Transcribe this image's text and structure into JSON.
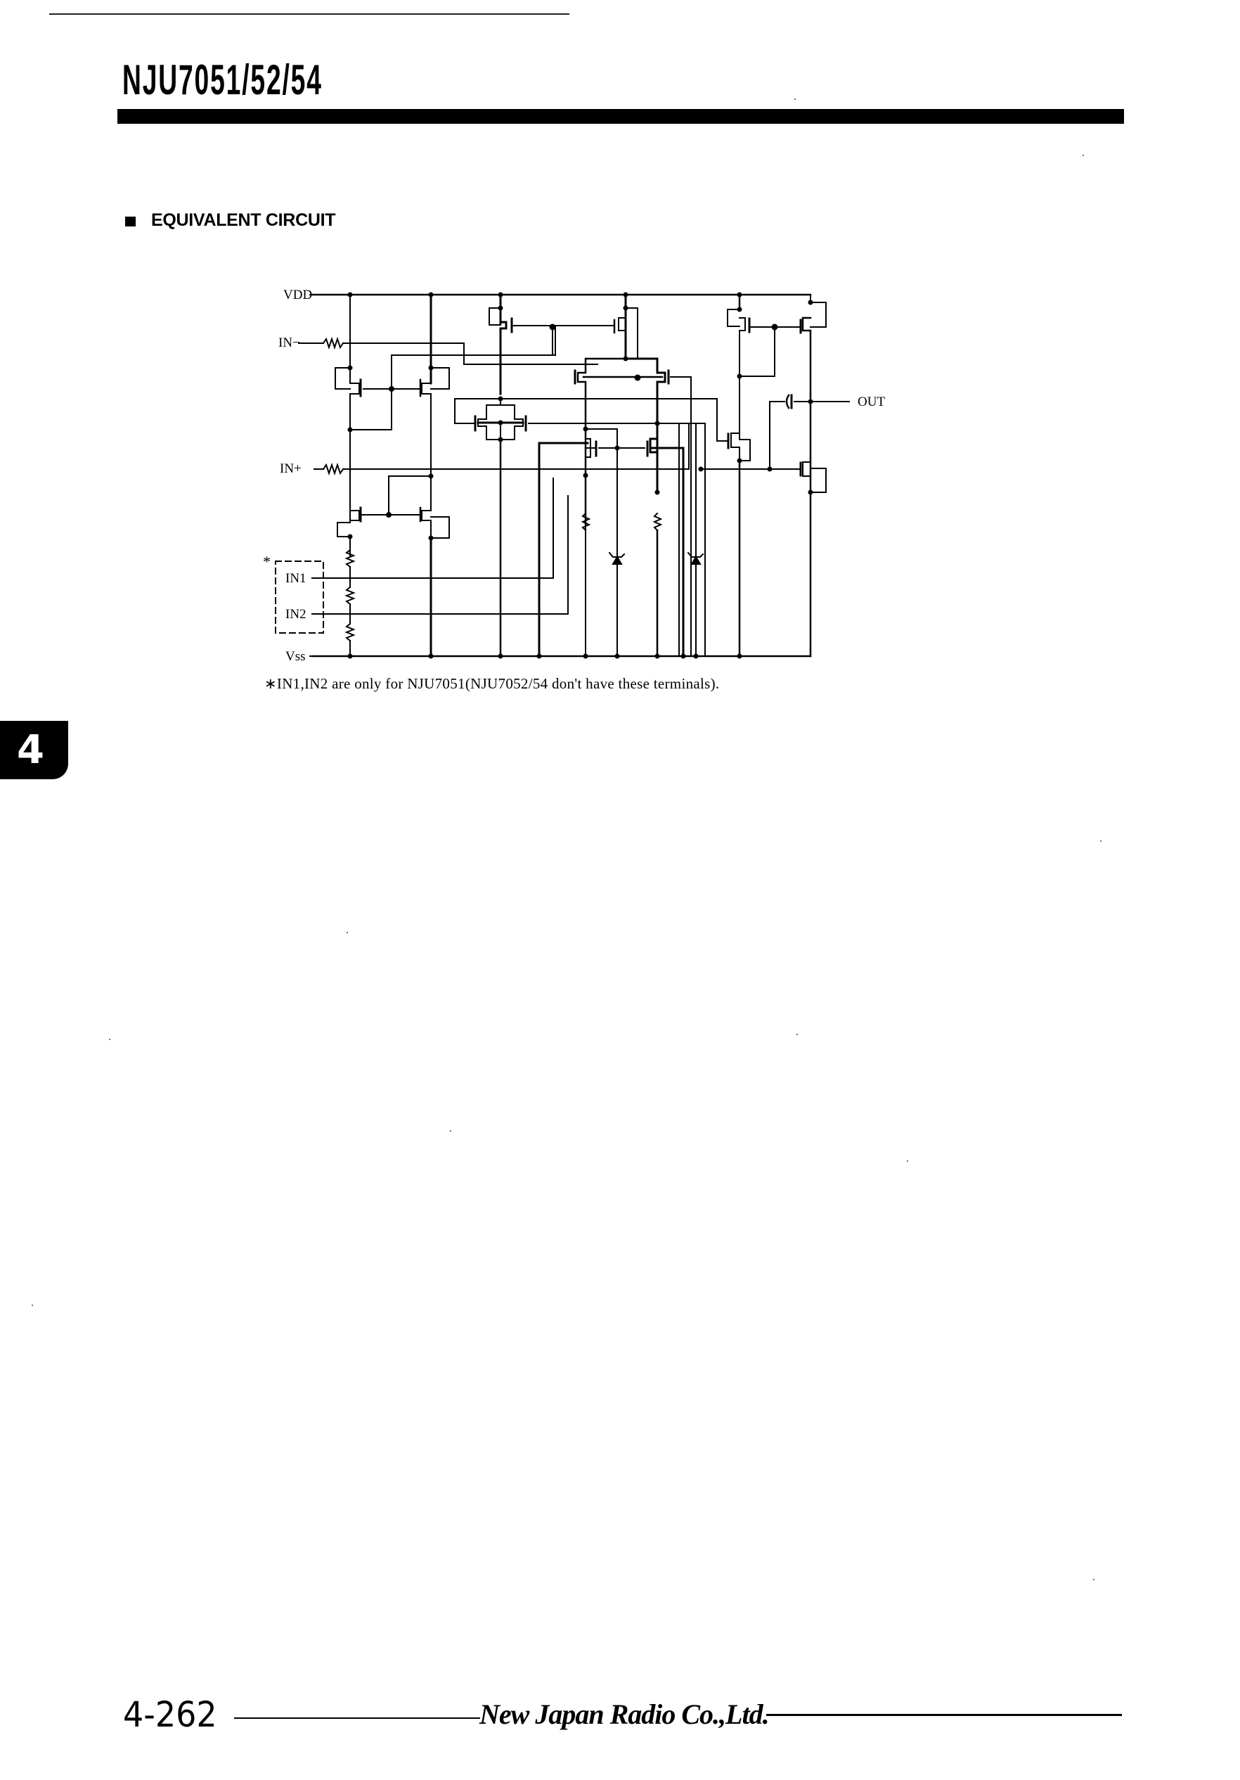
{
  "header": {
    "title": "NJU7051/52/54"
  },
  "section": {
    "bullet_icon": "black-square",
    "heading": "EQUIVALENT CIRCUIT"
  },
  "circuit": {
    "labels": {
      "vdd": "VDD",
      "in_minus": "IN−",
      "in_plus": "IN+",
      "in1": "IN1",
      "in2": "IN2",
      "vss": "Vss",
      "out": "OUT",
      "asterisk": "*"
    },
    "footnote": "∗IN1,IN2 are only for NJU7051(NJU7052/54 don't have these terminals)."
  },
  "side_tab": {
    "label": "4"
  },
  "footer": {
    "page_number": "4-262",
    "company": "New Japan Radio Co.,Ltd."
  }
}
